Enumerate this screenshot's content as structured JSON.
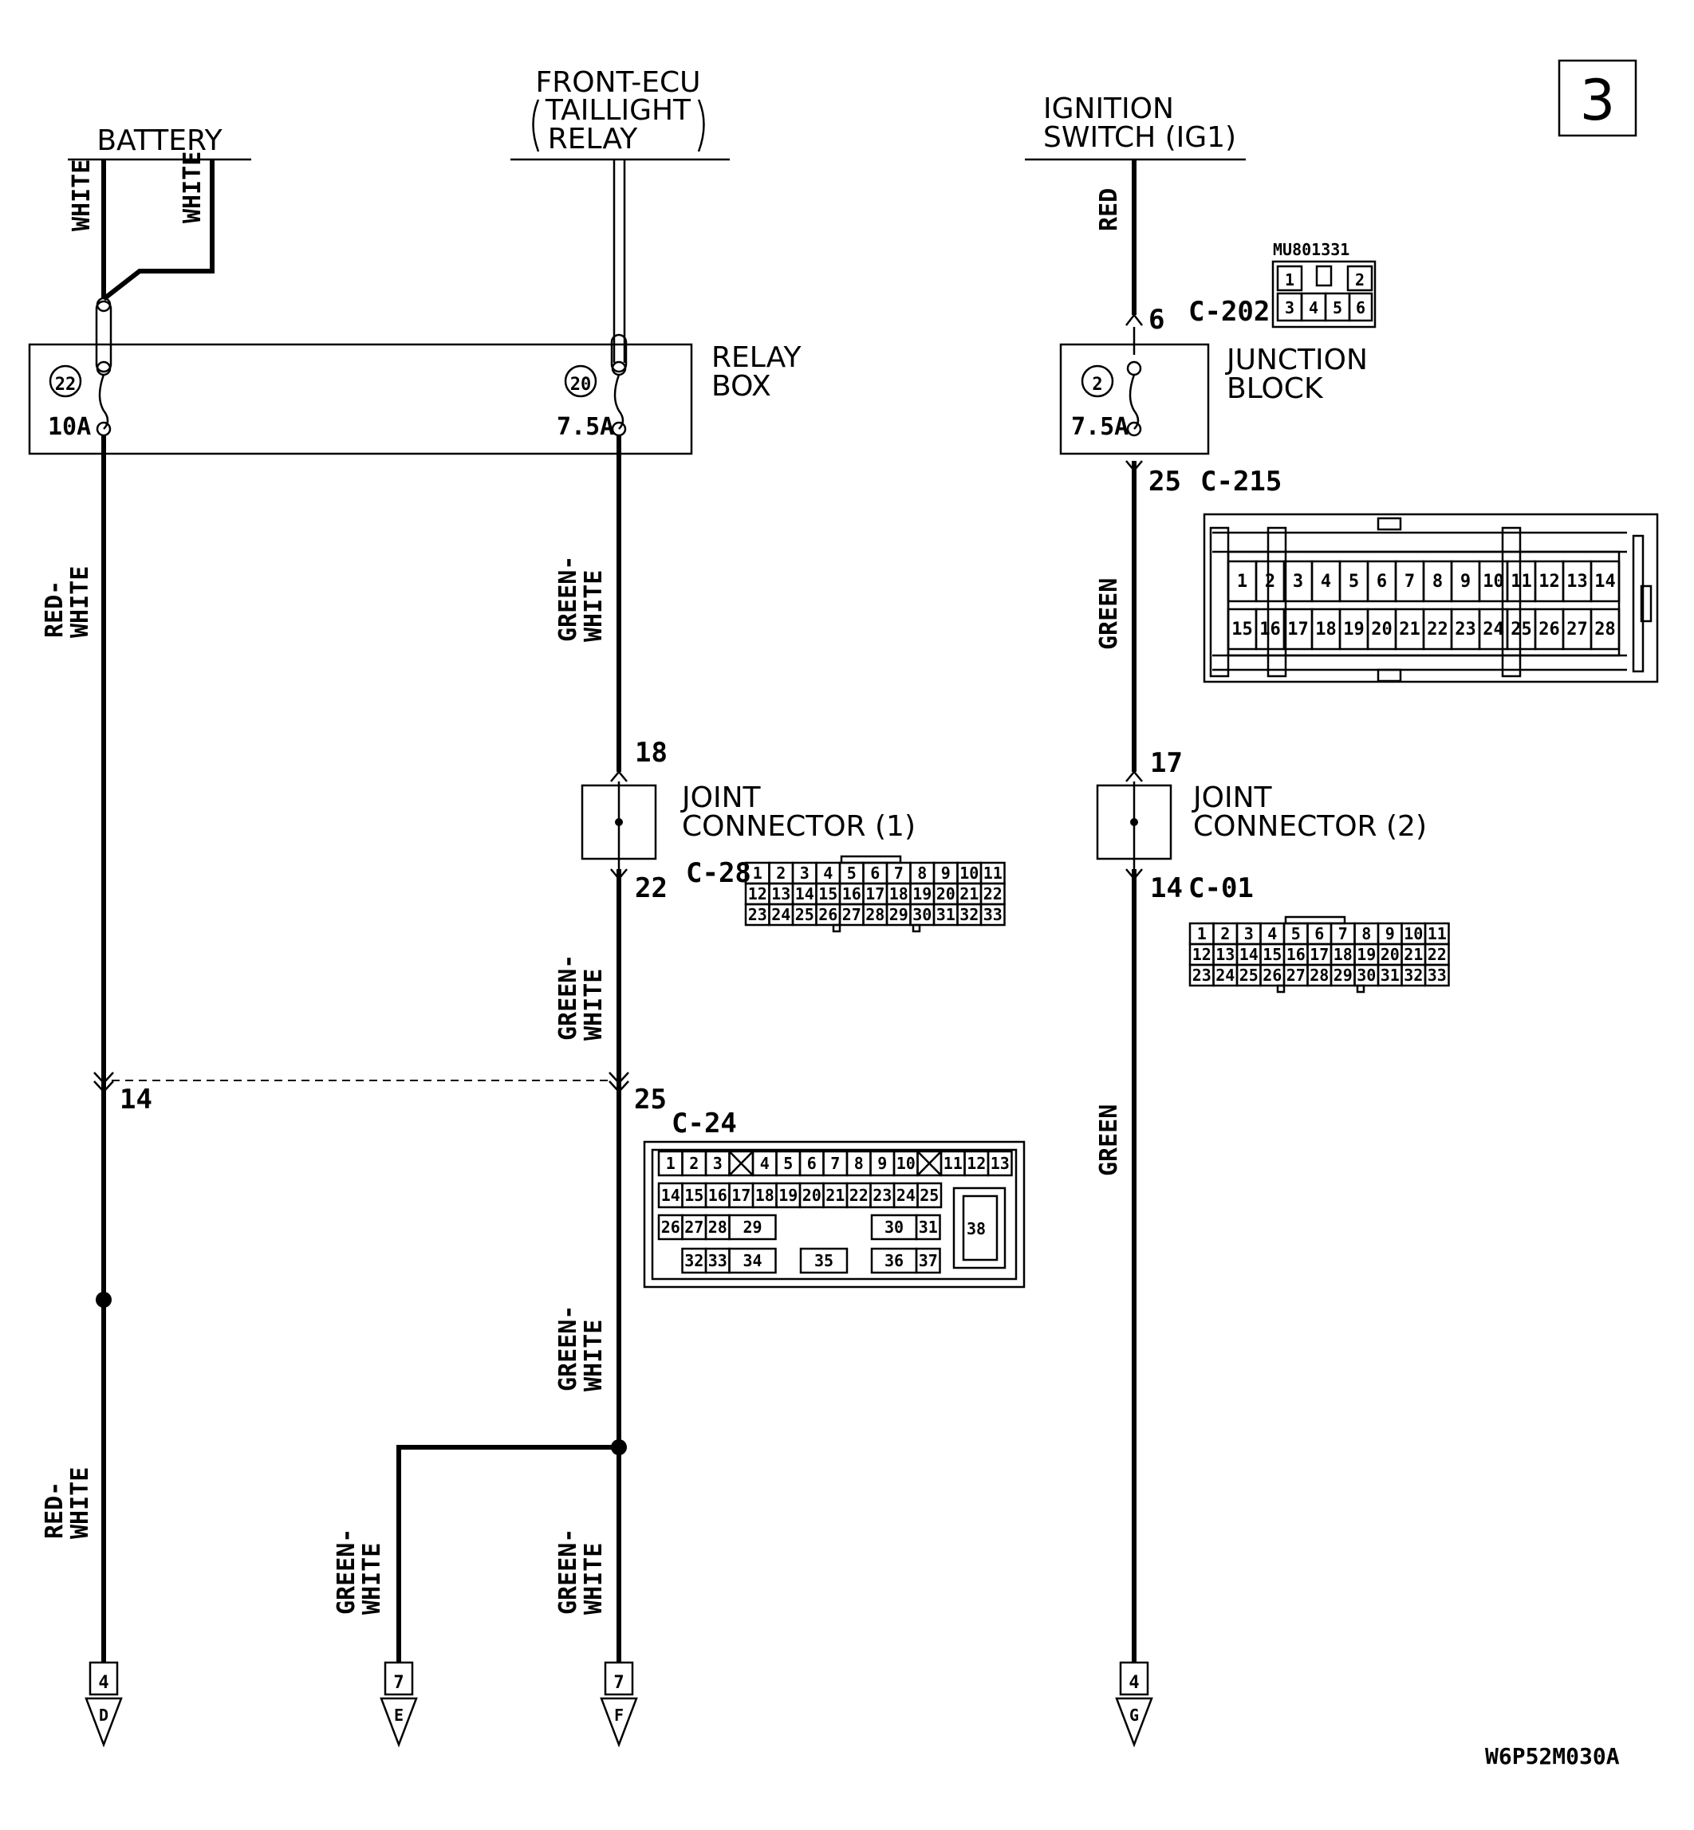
{
  "page_number": "3",
  "sources": {
    "battery": "BATTERY",
    "front_ecu_line1": "FRONT-ECU",
    "front_ecu_line2": "TAILLIGHT",
    "front_ecu_line3": "RELAY",
    "ignition_line1": "IGNITION",
    "ignition_line2": "SWITCH (IG1)"
  },
  "relay_box": {
    "line1": "RELAY",
    "line2": "BOX",
    "fuse_a_num": "22",
    "fuse_a_rating": "10A",
    "fuse_b_num": "20",
    "fuse_b_rating": "7.5A"
  },
  "junction_block": {
    "line1": "JUNCTION",
    "line2": "BLOCK",
    "fuse_num": "2",
    "fuse_rating": "7.5A",
    "in_pin": "6",
    "in_connector": "C-202",
    "part_number": "MU801331",
    "out_pin": "25",
    "out_connector": "C-215"
  },
  "joint_connector_1": {
    "line1": "JOINT",
    "line2": "CONNECTOR (1)",
    "in_pin": "18",
    "out_pin": "22",
    "connector": "C-28"
  },
  "joint_connector_2": {
    "line1": "JOINT",
    "line2": "CONNECTOR (2)",
    "in_pin": "17",
    "out_pin": "14",
    "connector": "C-01"
  },
  "c24": {
    "connector": "C-24",
    "pin_left": "14",
    "pin_right": "25"
  },
  "wires": {
    "white": "WHITE",
    "red": "RED",
    "green": "GREEN",
    "red_white_1": "RED-",
    "red_white_2": "WHITE",
    "green_white_1": "GREEN-",
    "green_white_2": "WHITE"
  },
  "terminals": [
    {
      "page": "4",
      "letter": "D"
    },
    {
      "page": "7",
      "letter": "E"
    },
    {
      "page": "7",
      "letter": "F"
    },
    {
      "page": "4",
      "letter": "G"
    }
  ],
  "c202_pins": [
    "1",
    "2",
    "3",
    "4",
    "5",
    "6"
  ],
  "c215_row1": [
    "1",
    "2",
    "3",
    "4",
    "5",
    "6",
    "7",
    "8",
    "9",
    "10",
    "11",
    "12",
    "13",
    "14"
  ],
  "c215_row2": [
    "15",
    "16",
    "17",
    "18",
    "19",
    "20",
    "21",
    "22",
    "23",
    "24",
    "25",
    "26",
    "27",
    "28"
  ],
  "c33_row1": [
    "1",
    "2",
    "3",
    "4",
    "5",
    "6",
    "7",
    "8",
    "9",
    "10",
    "11"
  ],
  "c33_row2": [
    "12",
    "13",
    "14",
    "15",
    "16",
    "17",
    "18",
    "19",
    "20",
    "21",
    "22"
  ],
  "c33_row3": [
    "23",
    "24",
    "25",
    "26",
    "27",
    "28",
    "29",
    "30",
    "31",
    "32",
    "33"
  ],
  "c24_row1": [
    "1",
    "2",
    "3",
    "4",
    "5",
    "6",
    "7",
    "8",
    "9",
    "10",
    "11",
    "12",
    "13"
  ],
  "c24_row2": [
    "14",
    "15",
    "16",
    "17",
    "18",
    "19",
    "20",
    "21",
    "22",
    "23",
    "24",
    "25"
  ],
  "c24_row3": [
    "26",
    "27",
    "28",
    "29",
    "30",
    "31"
  ],
  "c24_row4": [
    "32",
    "33",
    "34",
    "35",
    "36",
    "37"
  ],
  "c24_big": "38",
  "diagram_code": "W6P52M030A"
}
